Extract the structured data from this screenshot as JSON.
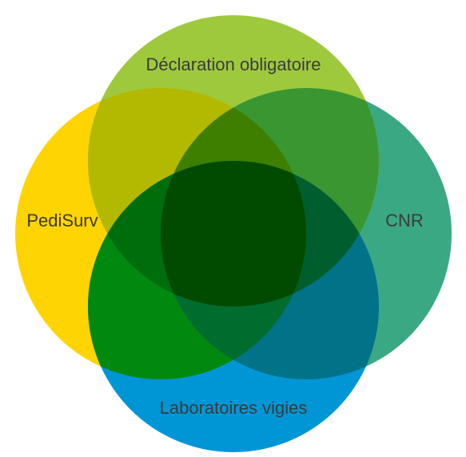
{
  "diagram": {
    "type": "venn",
    "sets": [
      {
        "id": "declaration",
        "label": "Déclaration obligatoire",
        "color": "#9fc93c"
      },
      {
        "id": "pedisurv",
        "label": "PediSurv",
        "color": "#ffd400"
      },
      {
        "id": "cnr",
        "label": "CNR",
        "color": "#3aa883"
      },
      {
        "id": "laboratoires",
        "label": "Laboratoires vigies",
        "color": "#0096d6"
      }
    ],
    "intersection_colors": {
      "declaration_pedisurv": "#b3b800",
      "declaration_cnr": "#3a9631",
      "pedisurv_laboratoires": "#00880f",
      "cnr_laboratoires": "#007388",
      "declaration_pedisurv_cnr": "#3e7f00",
      "declaration_cnr_laboratoires": "#005e2e",
      "declaration_pedisurv_laboratoires": "#006d0c",
      "pedisurv_cnr_laboratoires": "#006d2e",
      "all_four": "#004b00"
    }
  }
}
